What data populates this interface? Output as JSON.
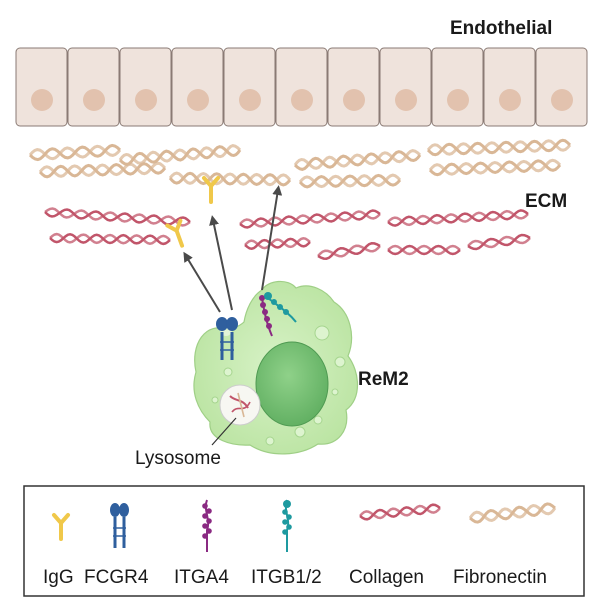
{
  "labels": {
    "endothelial": "Endothelial",
    "ecm": "ECM",
    "rem2": "ReM2",
    "lysosome": "Lysosome"
  },
  "legend": {
    "items": [
      {
        "label": "IgG",
        "icon": "igg-icon"
      },
      {
        "label": "FCGR4",
        "icon": "fcgr4-icon"
      },
      {
        "label": "ITGA4",
        "icon": "itga4-icon"
      },
      {
        "label": "ITGB1/2",
        "icon": "itgb-icon"
      },
      {
        "label": "Collagen",
        "icon": "collagen-icon"
      },
      {
        "label": "Fibronectin",
        "icon": "fibronectin-icon"
      }
    ]
  },
  "colors": {
    "endothelial_cell": "#efe3dc",
    "nucleus_endo": "#e2c2ae",
    "fibronectin": "#d9b796",
    "collagen": "#c1556a",
    "igg": "#f0c84a",
    "fcgr4": "#2f5f9e",
    "itga4": "#8a2a82",
    "itgb": "#1e9aa0",
    "cell_fill": "#c9ecb3",
    "cell_nucleus": "#7fc77a",
    "arrow": "#4a4a4a"
  }
}
